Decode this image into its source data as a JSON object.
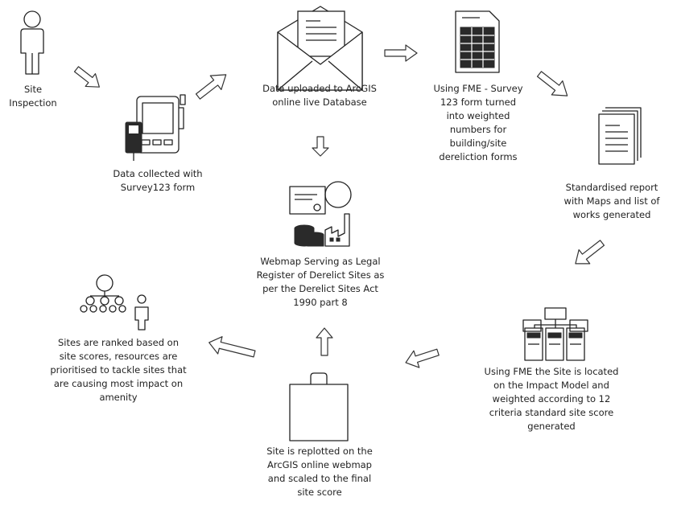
{
  "steps": [
    {
      "id": "site-inspection",
      "lines": [
        "Site",
        "Inspection"
      ]
    },
    {
      "id": "data-collected",
      "lines": [
        "Data collected with",
        "Survey123 form"
      ]
    },
    {
      "id": "data-uploaded",
      "lines": [
        "Data uploaded to ArcGIS",
        "online live Database"
      ]
    },
    {
      "id": "fme-survey",
      "lines": [
        "Using FME - Survey",
        "123 form turned",
        "into weighted",
        "numbers for",
        "building/site",
        "dereliction forms"
      ]
    },
    {
      "id": "standardised-report",
      "lines": [
        "Standardised report",
        "with Maps and list of",
        "works generated"
      ]
    },
    {
      "id": "fme-impact",
      "lines": [
        "Using FME the Site is located",
        "on the Impact Model and",
        "weighted according to 12",
        "criteria standard site score",
        "generated"
      ]
    },
    {
      "id": "site-replotted",
      "lines": [
        "Site is replotted on the",
        "ArcGIS online webmap",
        "and scaled to the final",
        "site score"
      ]
    },
    {
      "id": "sites-ranked",
      "lines": [
        "Sites are ranked based on",
        "site scores, resources are",
        "prioritised to tackle sites that",
        "are causing most impact on",
        "amenity"
      ]
    },
    {
      "id": "webmap-register",
      "lines": [
        "Webmap Serving as Legal",
        "Register of Derelict Sites as",
        "per the Derelict Sites Act",
        "1990 part 8"
      ]
    }
  ]
}
